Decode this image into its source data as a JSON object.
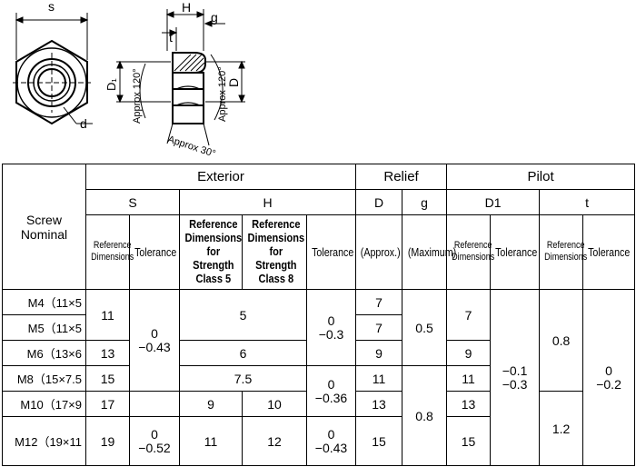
{
  "drawing": {
    "dim_s": "s",
    "dim_H": "H",
    "dim_g": "g",
    "dim_t": "t",
    "dim_d": "d",
    "dim_D1": "D₁",
    "dim_D": "D",
    "angle_left": "Approx 120°",
    "angle_right": "Approx 120°",
    "angle_bottom": "Approx 30°"
  },
  "table": {
    "screw_nominal": "Screw\nNominal",
    "group_exterior": "Exterior",
    "group_relief": "Relief",
    "group_pilot": "Pilot",
    "col_S": "S",
    "col_H": "H",
    "col_D": "D",
    "col_g": "g",
    "col_D1": "D1",
    "col_t": "t",
    "ref_dims": "Reference\nDimensions",
    "tolerance": "Tolerance",
    "ref_class5": "Reference\nDimensions\nfor Strength\nClass 5",
    "ref_class8": "Reference\nDimensions\nfor Strength\nClass 8",
    "approx": "(Approx.)",
    "maximum": "(Maximum)",
    "rows": [
      {
        "nominal": "M4（11×5",
        "s": "11",
        "d": "7",
        "d1": "7"
      },
      {
        "nominal": "M5（11×5",
        "d": "7"
      },
      {
        "nominal": "M6（13×6",
        "s": "13",
        "h": "6",
        "d": "9",
        "d1": "9"
      },
      {
        "nominal": "M8（15×7.5",
        "s": "15",
        "h": "7.5",
        "d": "11",
        "d1": "11"
      },
      {
        "nominal": "M10（17×9",
        "s": "17",
        "h5": "9",
        "h8": "10",
        "d": "13",
        "d1": "13"
      },
      {
        "nominal": "M12（19×11",
        "s": "19",
        "h5": "11",
        "h8": "12",
        "d": "15",
        "d1": "15"
      }
    ],
    "h_m4_m5": "5",
    "s_tol_1": "0\n−0.43",
    "s_tol_2": "0\n−0.52",
    "h_tol_1": "0\n−0.3",
    "h_tol_2": "0\n−0.36",
    "h_tol_3": "0\n−0.43",
    "g_1": "0.5",
    "g_2": "0.8",
    "d1_tol": "−0.1\n−0.3",
    "t_1": "0.8",
    "t_2": "1.2",
    "t_tol": "0\n−0.2"
  }
}
